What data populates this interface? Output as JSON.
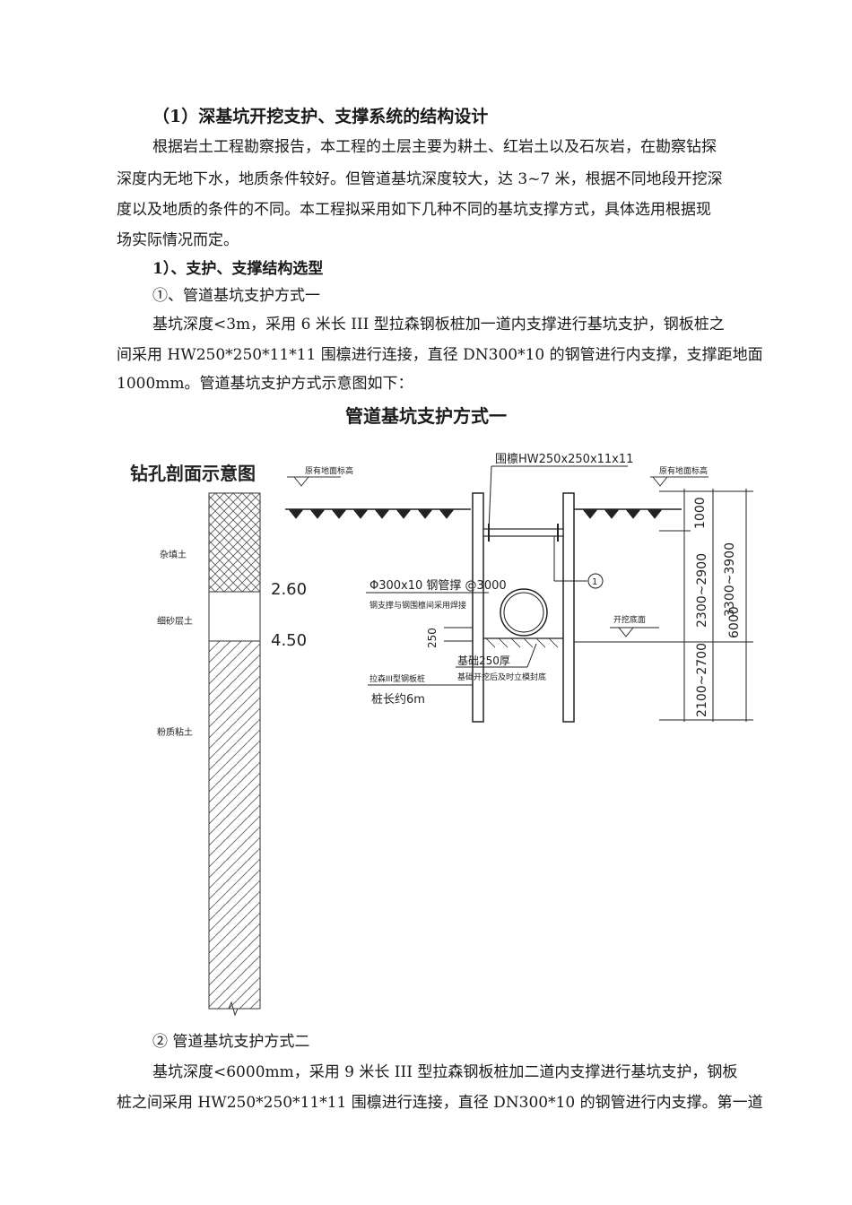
{
  "section_heading": "（1）深基坑开挖支护、支撑系统的结构设计",
  "intro_lines": [
    "根据岩土工程勘察报告，本工程的土层主要为耕土、红岩土以及石灰岩，在勘察钻探",
    "深度内无地下水，地质条件较好。但管道基坑深度较大，达 3~7 米，根据不同地段开挖深",
    "度以及地质的条件的不同。本工程拟采用如下几种不同的基坑支撑方式，具体选用根据现",
    "场实际情况而定。"
  ],
  "subheading": "1）、支护、支撑结构选型",
  "method1": {
    "title": "①、管道基坑支护方式一",
    "lines": [
      "基坑深度<3m，采用 6 米长 III 型拉森钢板桩加一道内支撑进行基坑支护，钢板桩之",
      "间采用 HW250*250*11*11 围檩进行连接，直径 DN300*10 的钢管进行内支撑，支撑距地面",
      "1000mm。管道基坑支护方式示意图如下："
    ]
  },
  "figure": {
    "title": "管道基坑支护方式一",
    "borehole_title": "钻孔剖面示意图",
    "soil_fill": "杂填土",
    "soil_sand": "细砂层土",
    "soil_clay": "粉质粘土",
    "depth1": "2.60",
    "depth2": "4.50",
    "ground_mark_left": "原有地面标高",
    "ground_mark_right": "原有地面标高",
    "waler_label": "围檩HW250x250x11x11",
    "strut_label": "Φ300x10 钢管撑 @3000",
    "strut_note": "钢支撑与钢围檩间采用焊接",
    "dim_250": "250",
    "trench_bottom": "开挖底面",
    "foundation_note1": "基础250厚",
    "foundation_note2": "基础开挖后及时立模封底",
    "pile_type": "拉森III型钢板桩",
    "pile_length": "桩长约6m",
    "circle_marker": "1",
    "dim_1000": "1000",
    "dim_2300_2900": "2300~2900",
    "dim_3300_3900": "3300~3900",
    "dim_2100_2700": "2100~2700",
    "dim_6000": "6000"
  },
  "method2": {
    "title": "② 管道基坑支护方式二",
    "lines": [
      "基坑深度<6000mm，采用 9 米长 III 型拉森钢板桩加二道内支撑进行基坑支护，钢板",
      "桩之间采用 HW250*250*11*11 围檩进行连接，直径 DN300*10 的钢管进行内支撑。第一道"
    ]
  }
}
